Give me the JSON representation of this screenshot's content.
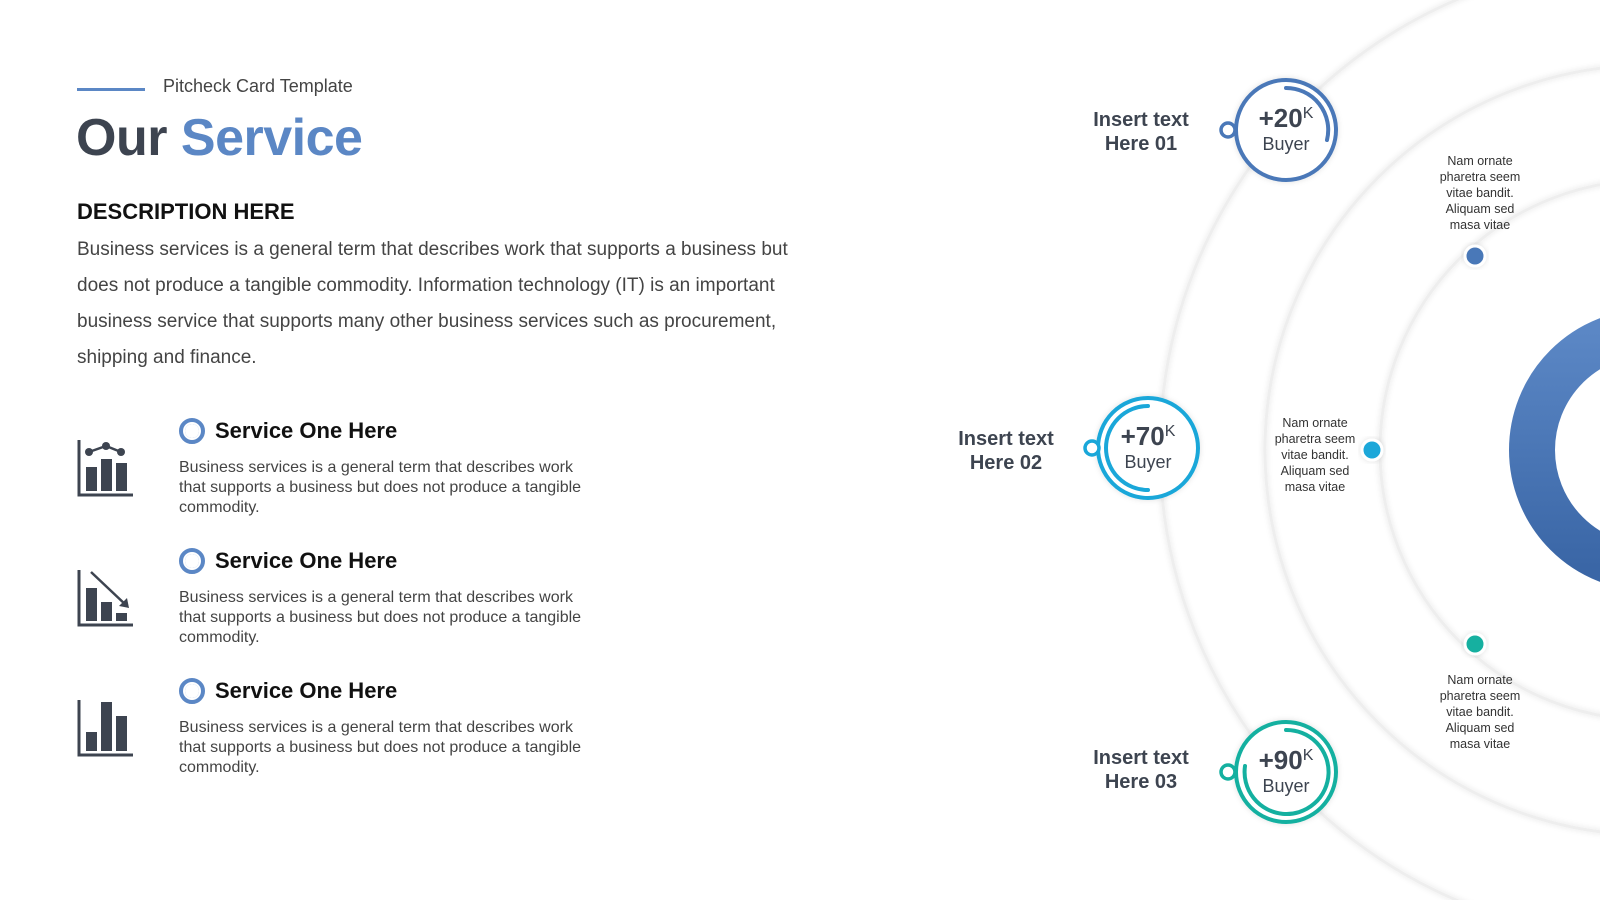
{
  "header": {
    "subtitle": "Pitcheck Card Template",
    "title_main": "Our",
    "title_accent": "Service"
  },
  "description": {
    "heading": "DESCRIPTION HERE",
    "body": "Business services is a general term that describes work that supports a business but does not produce a tangible commodity. Information technology (IT) is an important business service that supports many other business services such as procurement, shipping and finance."
  },
  "services": [
    {
      "icon": "line-bar-chart-icon",
      "title": "Service One Here",
      "text": "Business services is a general term that describes work that supports a business but does not produce a tangible commodity."
    },
    {
      "icon": "declining-chart-icon",
      "title": "Service One Here",
      "text": "Business services is a general term that describes work that supports a business but does not produce a tangible commodity."
    },
    {
      "icon": "bar-chart-icon",
      "title": "Service One Here",
      "text": "Business services is a general term that describes work that supports a business but does not produce a tangible commodity."
    }
  ],
  "stats": [
    {
      "label_line1": "Insert text",
      "label_line2": "Here 01",
      "value": "+20",
      "unit": "K",
      "caption": "Buyer",
      "color": "#4a78b8"
    },
    {
      "label_line1": "Insert text",
      "label_line2": "Here 02",
      "value": "+70",
      "unit": "K",
      "caption": "Buyer",
      "color": "#1aa7d9"
    },
    {
      "label_line1": "Insert text",
      "label_line2": "Here 03",
      "value": "+90",
      "unit": "K",
      "caption": "Buyer",
      "color": "#14b0a0"
    }
  ],
  "notes": [
    {
      "text": "Nam ornate pharetra seem vitae bandit. Aliquam sed masa vitae",
      "color": "#4a78b8"
    },
    {
      "text": "Nam ornate pharetra seem vitae bandit. Aliquam sed masa vitae",
      "color": "#1aa7d9"
    },
    {
      "text": "Nam ornate pharetra seem vitae bandit. Aliquam sed masa vitae",
      "color": "#14b0a0"
    }
  ],
  "colors": {
    "accent": "#5b87c5",
    "dark": "#3d4450",
    "ring_dark": "#3e6aa8"
  }
}
